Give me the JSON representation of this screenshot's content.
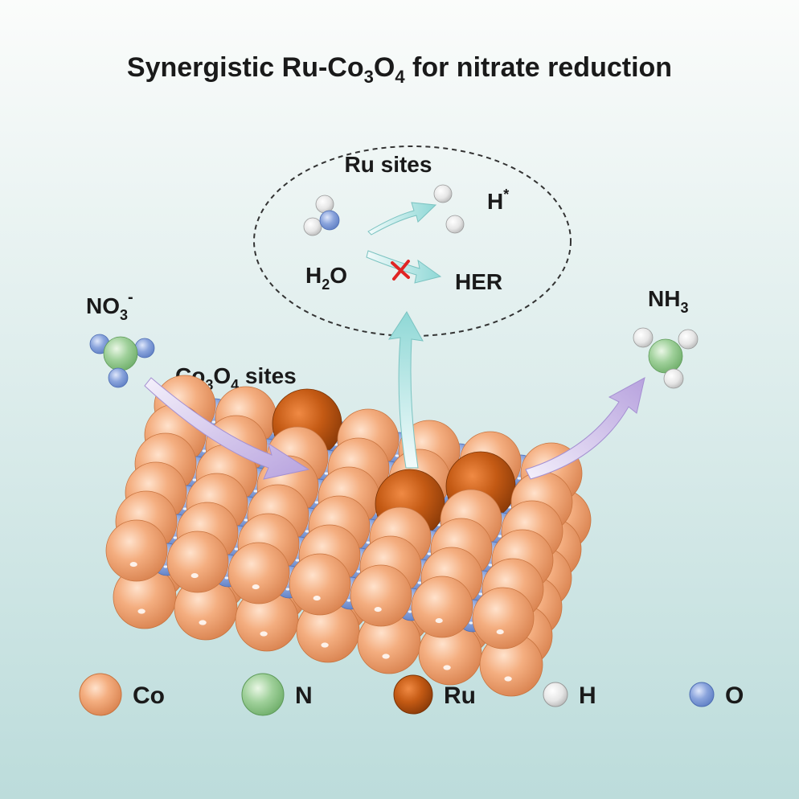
{
  "title": {
    "main": "Synergistic Ru-Co",
    "sub1": "3",
    "mid": "O",
    "sub2": "4",
    "tail": " for nitrate reduction"
  },
  "labels": {
    "ru_sites": "Ru sites",
    "h_star": "H",
    "h_star_sup": "*",
    "h2o_h": "H",
    "h2o_sub": "2",
    "h2o_o": "O",
    "her": "HER",
    "no3_main": "NO",
    "no3_sub": "3",
    "no3_sup": "-",
    "co3o4_a": "Co",
    "co3o4_sub1": "3",
    "co3o4_b": "O",
    "co3o4_sub2": "4",
    "co3o4_tail": " sites",
    "nh3_main": "NH",
    "nh3_sub": "3"
  },
  "legend": [
    {
      "symbol": "Co",
      "color": "#f2a97a"
    },
    {
      "symbol": "N",
      "color": "#9fd09a"
    },
    {
      "symbol": "Ru",
      "color": "#c45a14"
    },
    {
      "symbol": "H",
      "color": "#e8e8e8"
    },
    {
      "symbol": "O",
      "color": "#7f9ede"
    }
  ],
  "colors": {
    "co": "#f2a97a",
    "ru": "#c45a14",
    "o": "#8aa4dc",
    "n": "#9fd09a",
    "h": "#e6e6e6",
    "arrow_purple": "#c9b6e6",
    "arrow_teal": "#a8e3e2"
  }
}
